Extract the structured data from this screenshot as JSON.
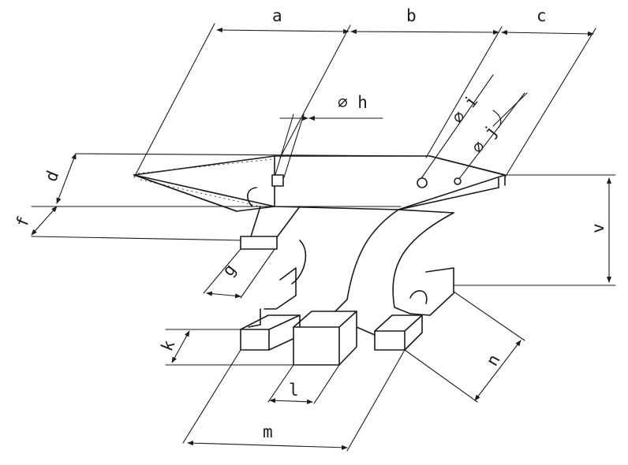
{
  "diagram": {
    "labels": {
      "a": "a",
      "b": "b",
      "c": "c",
      "d": "d",
      "f": "f",
      "g": "g",
      "h": "⌀ h",
      "i": "⌀ i",
      "j": "⌀ j",
      "k": "k",
      "l": "l",
      "m": "m",
      "n": "n",
      "v": "v"
    }
  }
}
